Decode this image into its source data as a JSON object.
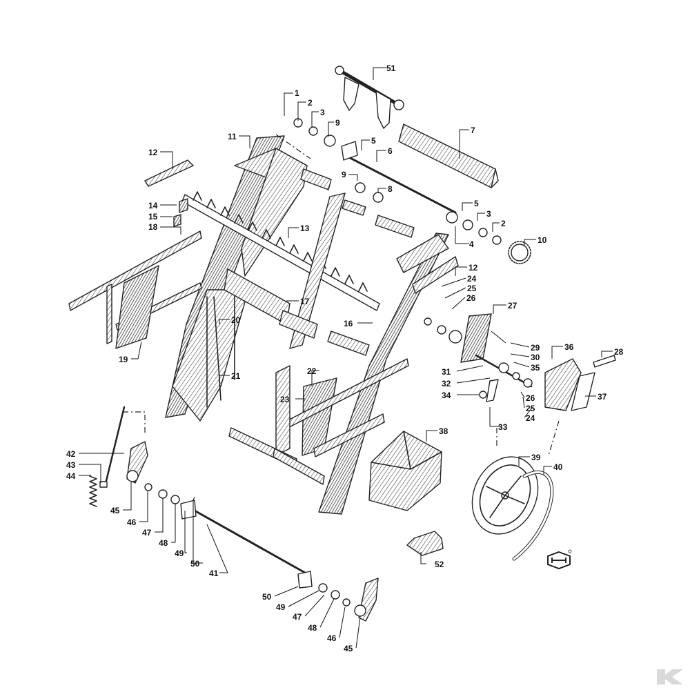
{
  "diagram": {
    "part_numbers": [
      "51",
      "1",
      "2",
      "3",
      "9",
      "7",
      "11",
      "5",
      "6",
      "12",
      "9",
      "8",
      "14",
      "15",
      "18",
      "13",
      "5",
      "3",
      "2",
      "4",
      "10",
      "12",
      "24",
      "25",
      "26",
      "27",
      "16",
      "17",
      "20",
      "29",
      "30",
      "35",
      "36",
      "28",
      "21",
      "22",
      "31",
      "32",
      "26",
      "25",
      "34",
      "24",
      "37",
      "23",
      "33",
      "38",
      "39",
      "40",
      "42",
      "43",
      "44",
      "45",
      "46",
      "47",
      "48",
      "49",
      "50",
      "41",
      "52",
      "50",
      "49",
      "47",
      "48",
      "46",
      "45",
      "19"
    ]
  },
  "colors": {
    "ink": "#222222",
    "background": "#ffffff",
    "logo": "#d9d9d9"
  }
}
